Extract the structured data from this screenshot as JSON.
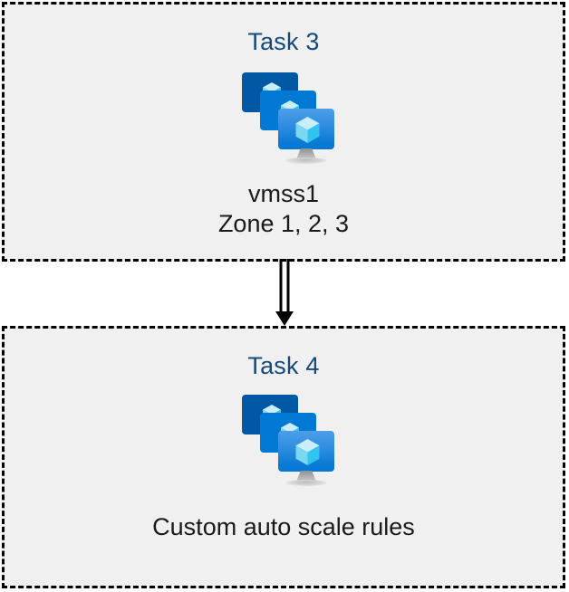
{
  "diagram": {
    "background_color": "#ffffff",
    "box_fill_color": "#f0f0f0",
    "box_border_color": "#000000",
    "title_color": "#154a7a",
    "caption_color": "#1a1a1a",
    "accent_colors": {
      "screen_back": "#0058a4",
      "screen_mid": "#0078d4",
      "screen_front_top": "#4d9fe8",
      "screen_front_bottom": "#0078d4",
      "cube_top": "#c9eefa",
      "cube_left": "#79d9f2",
      "cube_right": "#2fc5ee",
      "stand_grey": "#b4b4b4"
    }
  },
  "boxes": [
    {
      "title": "Task 3",
      "icon": "virtual-machine-scale-set-icon",
      "caption_lines": [
        "vmss1",
        "Zone 1, 2, 3"
      ]
    },
    {
      "title": "Task 4",
      "icon": "virtual-machine-scale-set-icon",
      "caption_lines": [
        "Custom auto scale rules"
      ]
    }
  ],
  "connector": {
    "name": "double-line-down-arrow",
    "direction": "down",
    "from": "Task 3",
    "to": "Task 4"
  }
}
